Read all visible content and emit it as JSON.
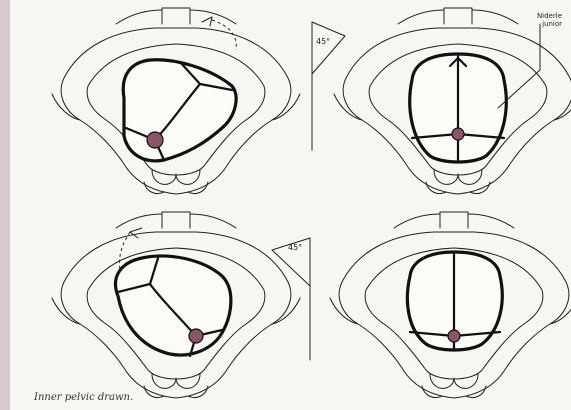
{
  "caption": "Inner pelvic drawn.",
  "angles": {
    "top": "45°",
    "bottom": "45°"
  },
  "labels": {
    "structure_line1": "Niderle",
    "structure_line2": "junior"
  },
  "colors": {
    "fontanelle_fill": "#8b5566",
    "ink": "#111111",
    "paper": "#f7f6f2",
    "page_edge": "#d9c9cf"
  }
}
